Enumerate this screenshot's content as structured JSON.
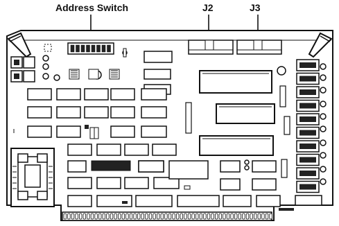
{
  "labels": {
    "address_switch": "Address Switch",
    "j2": "J2",
    "j3": "J3"
  },
  "colors": {
    "ink": "#111111",
    "fill_dark": "#222222",
    "paper": "#ffffff"
  }
}
